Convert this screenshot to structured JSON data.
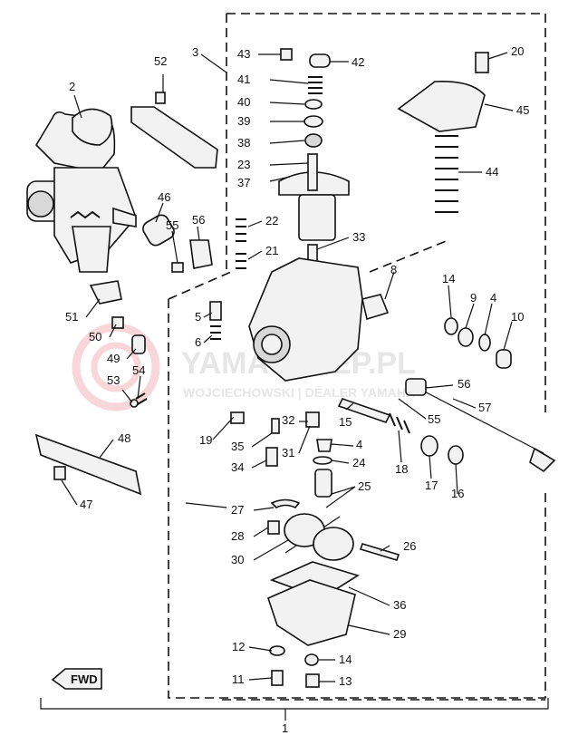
{
  "diagram": {
    "watermark": {
      "main": "YAMASKLEP.PL",
      "sub": "WOJCIECHOWSKI | DEALER YAMAHA"
    },
    "fwd_label": "FWD",
    "bottom_label": "1",
    "labels": {
      "p2": "2",
      "p3": "3",
      "p4": "4",
      "p4b": "4",
      "p5": "5",
      "p6": "6",
      "p8": "8",
      "p9": "9",
      "p10": "10",
      "p11": "11",
      "p12": "12",
      "p13": "13",
      "p14": "14",
      "p14b": "14",
      "p15": "15",
      "p16": "16",
      "p17": "17",
      "p18": "18",
      "p19": "19",
      "p20": "20",
      "p21": "21",
      "p22": "22",
      "p23": "23",
      "p24": "24",
      "p25": "25",
      "p26": "26",
      "p27": "27",
      "p28": "28",
      "p29": "29",
      "p30": "30",
      "p31": "31",
      "p32": "32",
      "p33": "33",
      "p34": "34",
      "p35": "35",
      "p36": "36",
      "p37": "37",
      "p38": "38",
      "p39": "39",
      "p40": "40",
      "p41": "41",
      "p42": "42",
      "p43": "43",
      "p44": "44",
      "p45": "45",
      "p46": "46",
      "p47": "47",
      "p48": "48",
      "p49": "49",
      "p50": "50",
      "p51": "51",
      "p52": "52",
      "p53": "53",
      "p54": "54",
      "p55": "55",
      "p55b": "55",
      "p56": "56",
      "p56b": "56",
      "p57": "57"
    }
  }
}
